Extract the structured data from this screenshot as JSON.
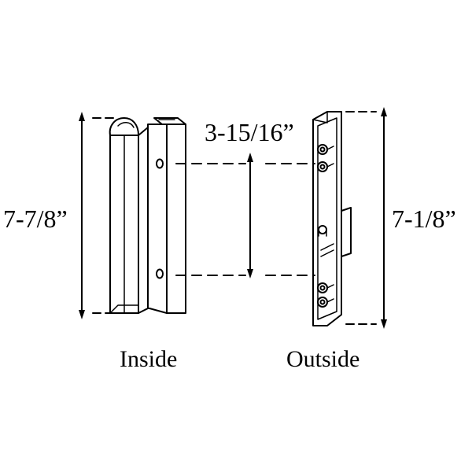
{
  "dimensions": {
    "inside_height": "7-7/8”",
    "hole_spacing": "3-15/16”",
    "outside_height": "7-1/8”"
  },
  "captions": {
    "inside": "Inside",
    "outside": "Outside"
  }
}
